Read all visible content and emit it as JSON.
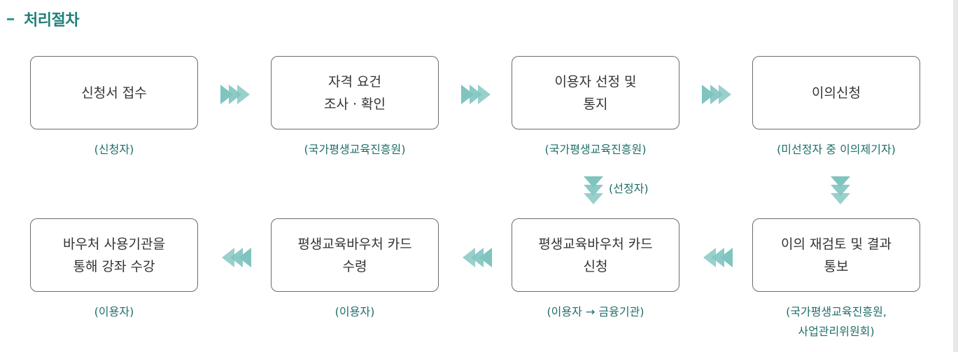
{
  "section": {
    "title": "처리절차"
  },
  "steps": [
    {
      "label": "신청서 접수",
      "actor": "(신청자)"
    },
    {
      "label": "자격 요건\n조사 · 확인",
      "actor": "(국가평생교육진흥원)"
    },
    {
      "label": "이용자 선정 및\n통지",
      "actor": "(국가평생교육진흥원)"
    },
    {
      "label": "이의신청",
      "actor": "(미선정자 중 이의제기자)"
    },
    {
      "label": "이의 재검토 및 결과\n통보",
      "actor": "(국가평생교육진흥원,\n사업관리위원회)"
    },
    {
      "label": "평생교육바우처 카드\n신청",
      "actor": "(이용자 → 금융기관)"
    },
    {
      "label": "평생교육바우처 카드\n수령",
      "actor": "(이용자)"
    },
    {
      "label": "바우처 사용기관을\n통해 강좌 수강",
      "actor": "(이용자)"
    }
  ],
  "branch_label": "(선정자)",
  "colors": {
    "accent": "#2a9d8f",
    "title": "#1f7f78",
    "actor": "#1d6f6a",
    "arrow": "#7fc4bf"
  },
  "icons": {
    "arrow_right": "triple-chevron-right-icon",
    "arrow_left": "triple-chevron-left-icon",
    "arrow_down": "triple-chevron-down-icon"
  }
}
